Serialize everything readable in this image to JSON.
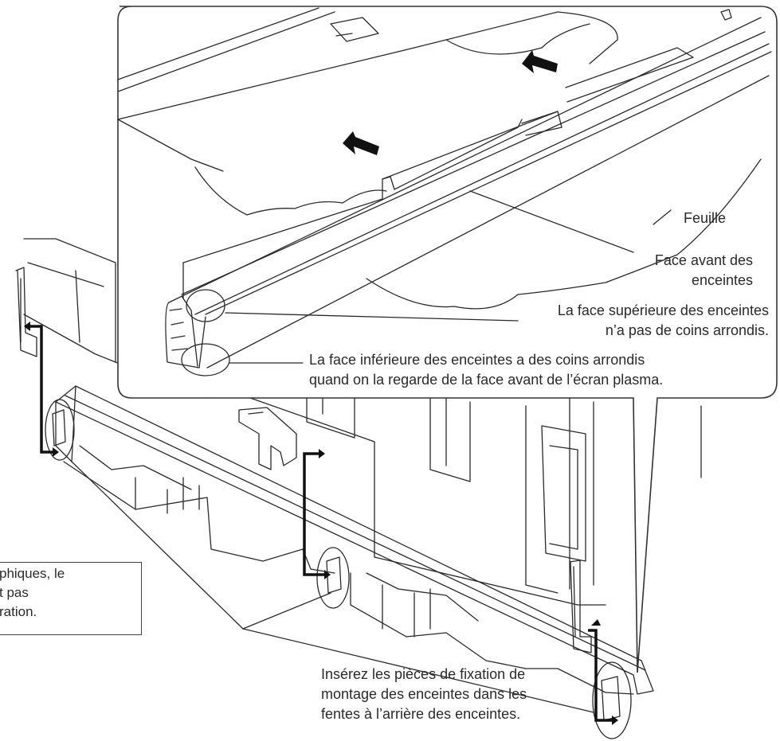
{
  "labels": {
    "sheet": "Feuille",
    "front_face": [
      "Face avant des",
      "enceintes"
    ],
    "top_face": [
      "La face supérieure des enceintes",
      "n’a pas de coins arrondis."
    ],
    "bottom_face": [
      "La face inférieure des enceintes a des coins arrondis",
      "quand on la regarde de la face avant de l’écran plasma."
    ],
    "insert": [
      "Insérez les pièces de fixation de",
      "montage des enceintes dans les",
      "fentes à l’arrière des enceintes."
    ],
    "note_fragment": [
      "phiques, le",
      "t pas",
      "ration."
    ]
  },
  "colors": {
    "line": "#2a2a2a",
    "arrow": "#111111",
    "callout_border": "#333333"
  }
}
